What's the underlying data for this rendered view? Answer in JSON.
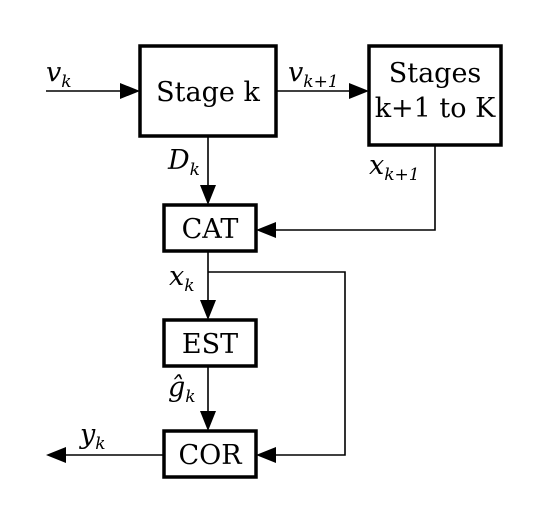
{
  "blocks": {
    "stage_k": "Stage k",
    "stages_rest_line1": "Stages",
    "stages_rest_line2": "k+1 to K",
    "cat": "CAT",
    "est": "EST",
    "cor": "COR"
  },
  "signals": {
    "v_k": {
      "base": "v",
      "sub": "k"
    },
    "v_k1": {
      "base": "v",
      "sub": "k+1"
    },
    "D_k": {
      "base": "D",
      "sub": "k"
    },
    "x_k1": {
      "base": "x",
      "sub": "k+1"
    },
    "x_k": {
      "base": "x",
      "sub": "k"
    },
    "g_hat_k": {
      "base": "ĝ",
      "sub": "k"
    },
    "y_k": {
      "base": "y",
      "sub": "k"
    }
  }
}
